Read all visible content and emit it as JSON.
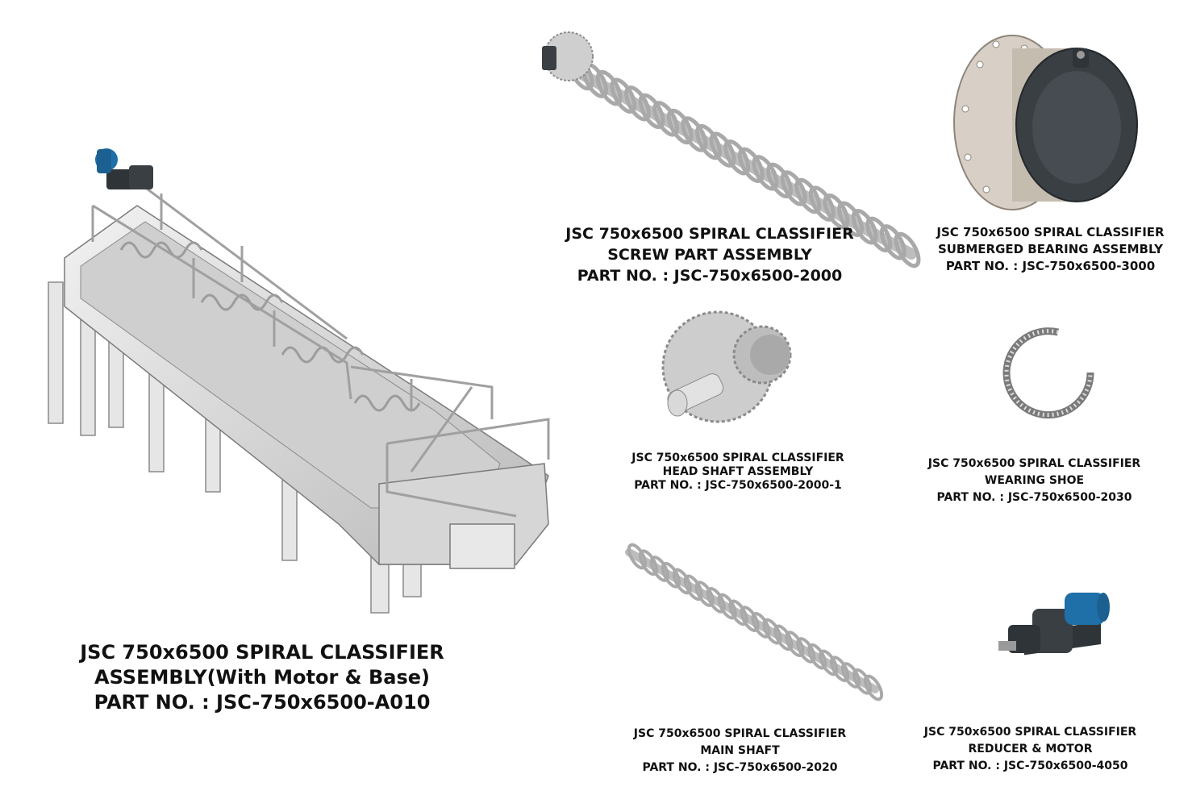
{
  "parts": {
    "main_assembly": {
      "line1": "JSC 750x6500 SPIRAL CLASSIFIER",
      "line2": "ASSEMBLY(With Motor & Base)",
      "line3": "PART NO. : JSC-750x6500-A010"
    },
    "screw_assembly": {
      "line1": "JSC 750x6500 SPIRAL CLASSIFIER",
      "line2": "SCREW PART ASSEMBLY",
      "line3": "PART NO. : JSC-750x6500-2000"
    },
    "bearing_assembly": {
      "line1": "JSC 750x6500 SPIRAL CLASSIFIER",
      "line2": "SUBMERGED BEARING ASSEMBLY",
      "line3": "PART NO. : JSC-750x6500-3000"
    },
    "head_shaft": {
      "line1": "JSC 750x6500 SPIRAL CLASSIFIER",
      "line2": "HEAD SHAFT ASSEMBLY",
      "line3": "PART NO. : JSC-750x6500-2000-1"
    },
    "wearing_shoe": {
      "line1": "JSC 750x6500 SPIRAL CLASSIFIER",
      "line2": "WEARING SHOE",
      "line3": "PART NO. : JSC-750x6500-2030"
    },
    "main_shaft": {
      "line1": "JSC 750x6500 SPIRAL CLASSIFIER",
      "line2": "MAIN SHAFT",
      "line3": "PART NO. : JSC-750x6500-2020"
    },
    "reducer_motor": {
      "line1": "JSC 750x6500 SPIRAL CLASSIFIER",
      "line2": "REDUCER & MOTOR",
      "line3": "PART NO. : JSC-750x6500-4050"
    }
  },
  "colors": {
    "steel": "#d9d9d9",
    "steel_dark": "#a8a8a8",
    "motor_blue": "#1f6fa8",
    "reducer_dark": "#2f3438",
    "bearing_beige": "#d8d0c6"
  }
}
